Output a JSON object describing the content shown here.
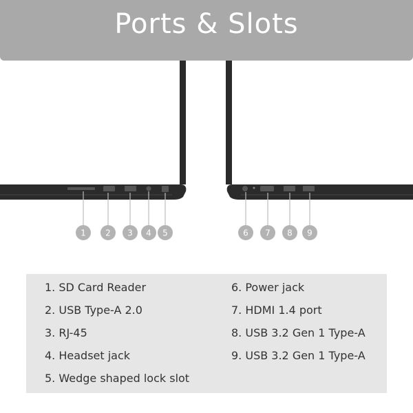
{
  "header": {
    "title": "Ports & Slots"
  },
  "markers": {
    "left": [
      "1",
      "2",
      "3",
      "4",
      "5"
    ],
    "right": [
      "6",
      "7",
      "8",
      "9"
    ]
  },
  "legend": {
    "left": [
      "1. SD Card Reader",
      "2. USB Type-A 2.0",
      "3. RJ-45",
      "4. Headset jack",
      "5. Wedge shaped lock slot"
    ],
    "right": [
      "6. Power jack",
      "7. HDMI 1.4 port",
      "8. USB 3.2 Gen 1 Type-A",
      "9. USB 3.2 Gen 1 Type-A"
    ]
  },
  "colors": {
    "header_band": "#a9a9a9",
    "laptop_body": "#2b2b2b",
    "marker": "#b3b3b3",
    "legend_panel": "#e6e6e6"
  }
}
